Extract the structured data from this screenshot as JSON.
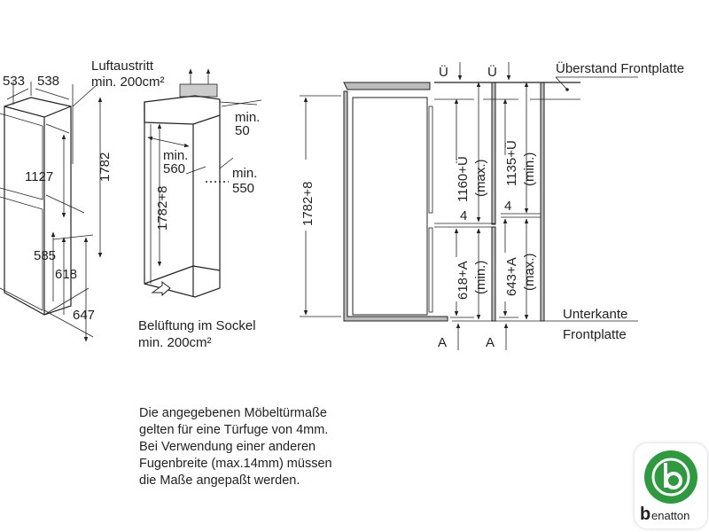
{
  "left_fridge": {
    "depth_label": "533",
    "width_label": "538",
    "upper_door_label": "1127",
    "height_label": "1782",
    "lower_label_1": "585",
    "lower_label_2": "618",
    "lower_label_3": "647"
  },
  "niche": {
    "air_outlet_title": "Luftaustritt",
    "air_outlet_min": "min. 200cm²",
    "gap_min": "min.",
    "gap_value": "50",
    "depth_min": "min.",
    "depth_value": "550",
    "width_min": "min.",
    "width_value": "560",
    "height_label": "1782+8",
    "base_vent_title": "Belüftung im Sockel",
    "base_vent_min": "min. 200cm²"
  },
  "section": {
    "height_label": "1782+8",
    "overhang_symbol_1": "Ü",
    "overhang_symbol_2": "Ü",
    "overhang_label": "Überstand Frontplatte",
    "upper_max": "1160+Ü",
    "upper_max_note": "(max.)",
    "upper_min": "1135+Ü",
    "upper_min_note": "(min.)",
    "gap_1": "4",
    "gap_2": "4",
    "lower_min": "618+A",
    "lower_min_note": "(min.)",
    "lower_max": "643+A",
    "lower_max_note": "(max.)",
    "bottom_label_1": "Unterkante",
    "bottom_label_2": "Frontplatte",
    "a_symbol_1": "A",
    "a_symbol_2": "A"
  },
  "note_lines": [
    "Die angegebenen Möbeltürmaße",
    "gelten für eine Türfuge von 4mm.",
    "Bei Verwendung einer anderen",
    "Fugenbreite (max.14mm) müssen",
    "die Maße angepaßt werden."
  ],
  "logo": {
    "text": "benatton",
    "color": "#2e9a3e"
  }
}
